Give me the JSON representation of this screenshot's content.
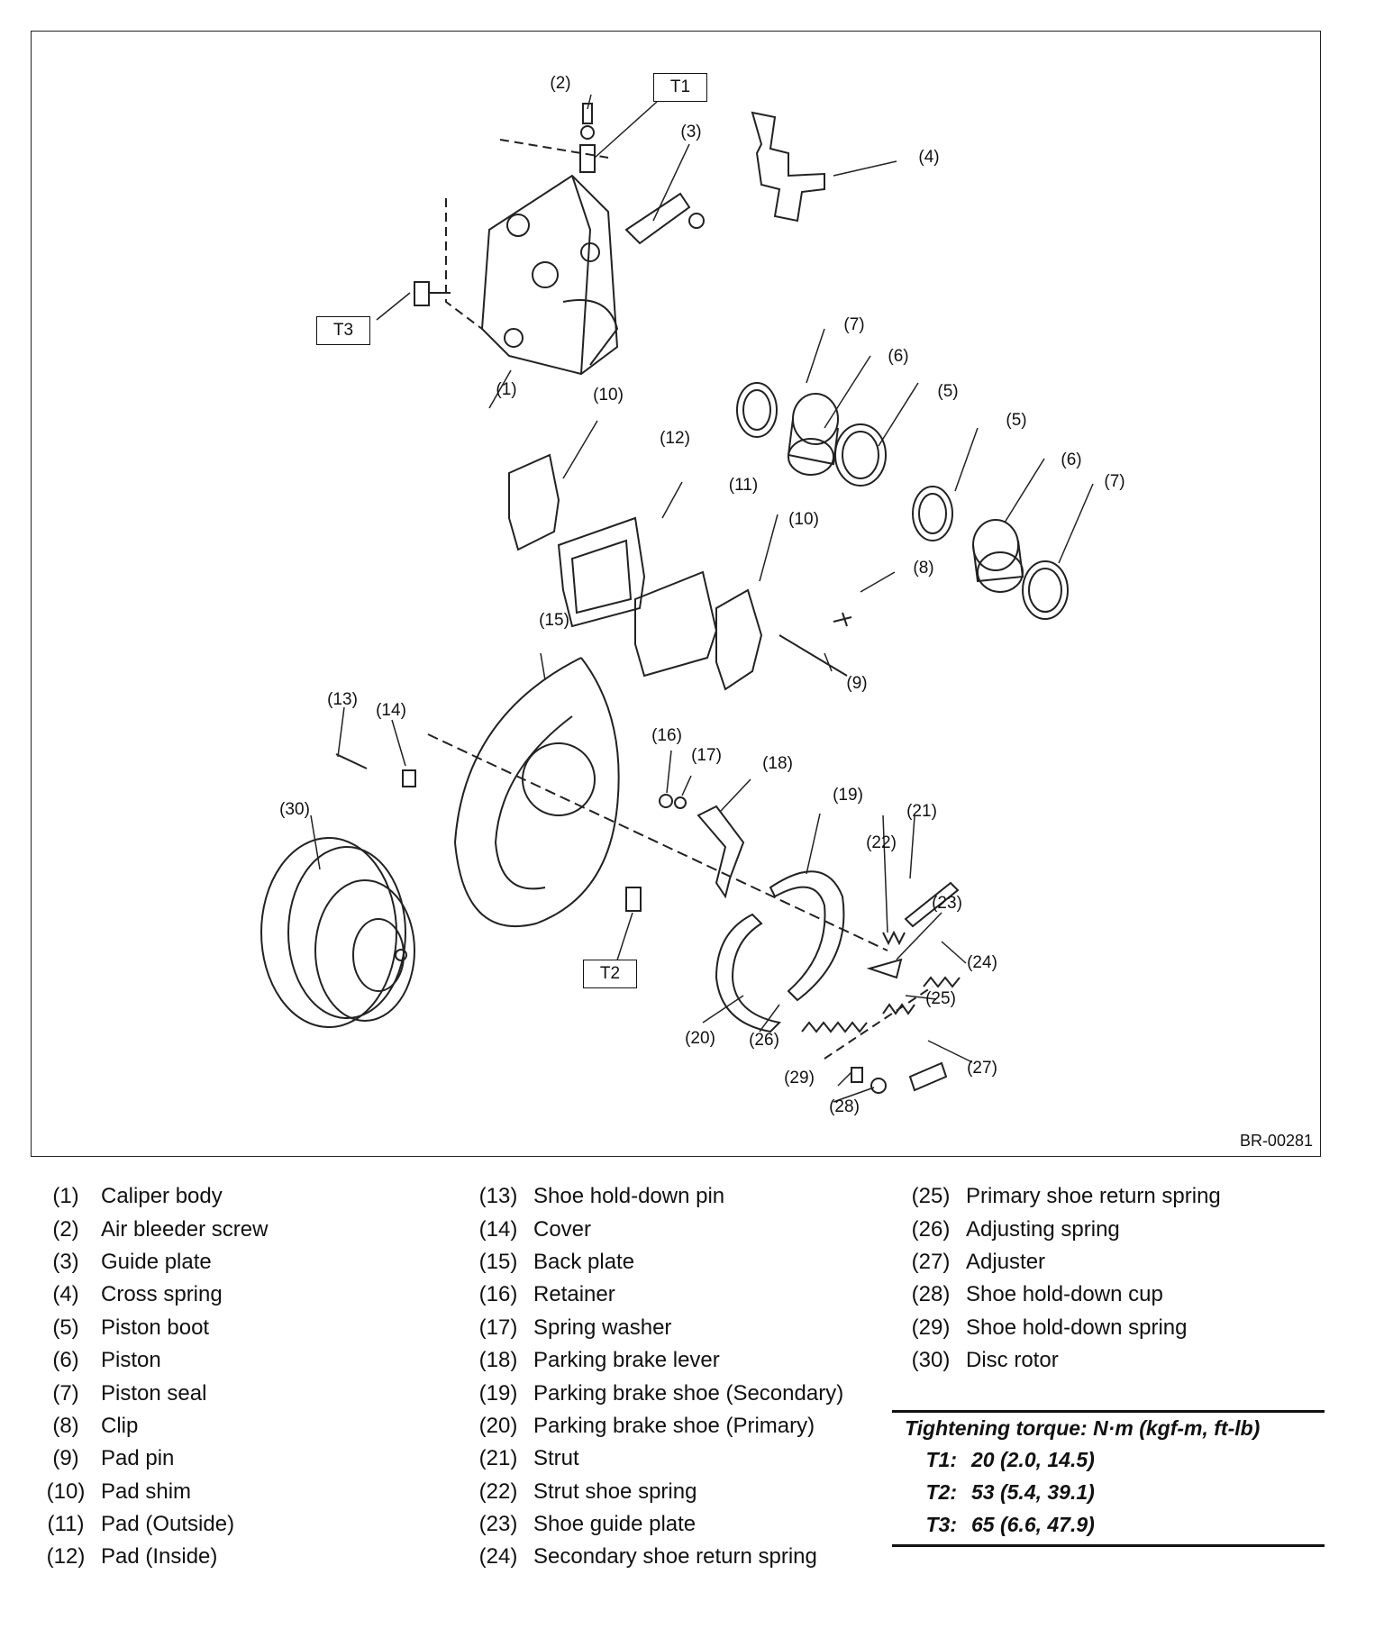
{
  "figure": {
    "code": "BR-00281",
    "refs": [
      "(1)",
      "(2)",
      "(3)",
      "(4)",
      "(5)",
      "(6)",
      "(7)",
      "(5)",
      "(6)",
      "(7)",
      "(8)",
      "(9)",
      "(10)",
      "(10)",
      "(11)",
      "(12)",
      "(13)",
      "(14)",
      "(15)",
      "(16)",
      "(17)",
      "(18)",
      "(19)",
      "(20)",
      "(21)",
      "(22)",
      "(23)",
      "(24)",
      "(25)",
      "(26)",
      "(27)",
      "(28)",
      "(29)",
      "(30)"
    ],
    "torque_tags": [
      "T1",
      "T2",
      "T3"
    ]
  },
  "legend": [
    {
      "num": "(1)",
      "label": "Caliper body"
    },
    {
      "num": "(2)",
      "label": "Air bleeder screw"
    },
    {
      "num": "(3)",
      "label": "Guide plate"
    },
    {
      "num": "(4)",
      "label": "Cross spring"
    },
    {
      "num": "(5)",
      "label": "Piston boot"
    },
    {
      "num": "(6)",
      "label": "Piston"
    },
    {
      "num": "(7)",
      "label": "Piston seal"
    },
    {
      "num": "(8)",
      "label": "Clip"
    },
    {
      "num": "(9)",
      "label": "Pad pin"
    },
    {
      "num": "(10)",
      "label": "Pad shim"
    },
    {
      "num": "(11)",
      "label": "Pad (Outside)"
    },
    {
      "num": "(12)",
      "label": "Pad (Inside)"
    },
    {
      "num": "(13)",
      "label": "Shoe hold-down pin"
    },
    {
      "num": "(14)",
      "label": "Cover"
    },
    {
      "num": "(15)",
      "label": "Back plate"
    },
    {
      "num": "(16)",
      "label": "Retainer"
    },
    {
      "num": "(17)",
      "label": "Spring washer"
    },
    {
      "num": "(18)",
      "label": "Parking brake lever"
    },
    {
      "num": "(19)",
      "label": "Parking brake shoe (Secondary)"
    },
    {
      "num": "(20)",
      "label": "Parking brake shoe (Primary)"
    },
    {
      "num": "(21)",
      "label": "Strut"
    },
    {
      "num": "(22)",
      "label": "Strut shoe spring"
    },
    {
      "num": "(23)",
      "label": "Shoe guide plate"
    },
    {
      "num": "(24)",
      "label": "Secondary shoe return spring"
    },
    {
      "num": "(25)",
      "label": "Primary shoe return spring"
    },
    {
      "num": "(26)",
      "label": "Adjusting spring"
    },
    {
      "num": "(27)",
      "label": "Adjuster"
    },
    {
      "num": "(28)",
      "label": "Shoe hold-down cup"
    },
    {
      "num": "(29)",
      "label": "Shoe hold-down spring"
    },
    {
      "num": "(30)",
      "label": "Disc rotor"
    }
  ],
  "torque": {
    "title": "Tightening torque: N·m (kgf-m, ft-lb)",
    "rows": [
      {
        "key": "T1:",
        "value": "20 (2.0, 14.5)"
      },
      {
        "key": "T2:",
        "value": "53 (5.4, 39.1)"
      },
      {
        "key": "T3:",
        "value": "65 (6.6, 47.9)"
      }
    ]
  }
}
